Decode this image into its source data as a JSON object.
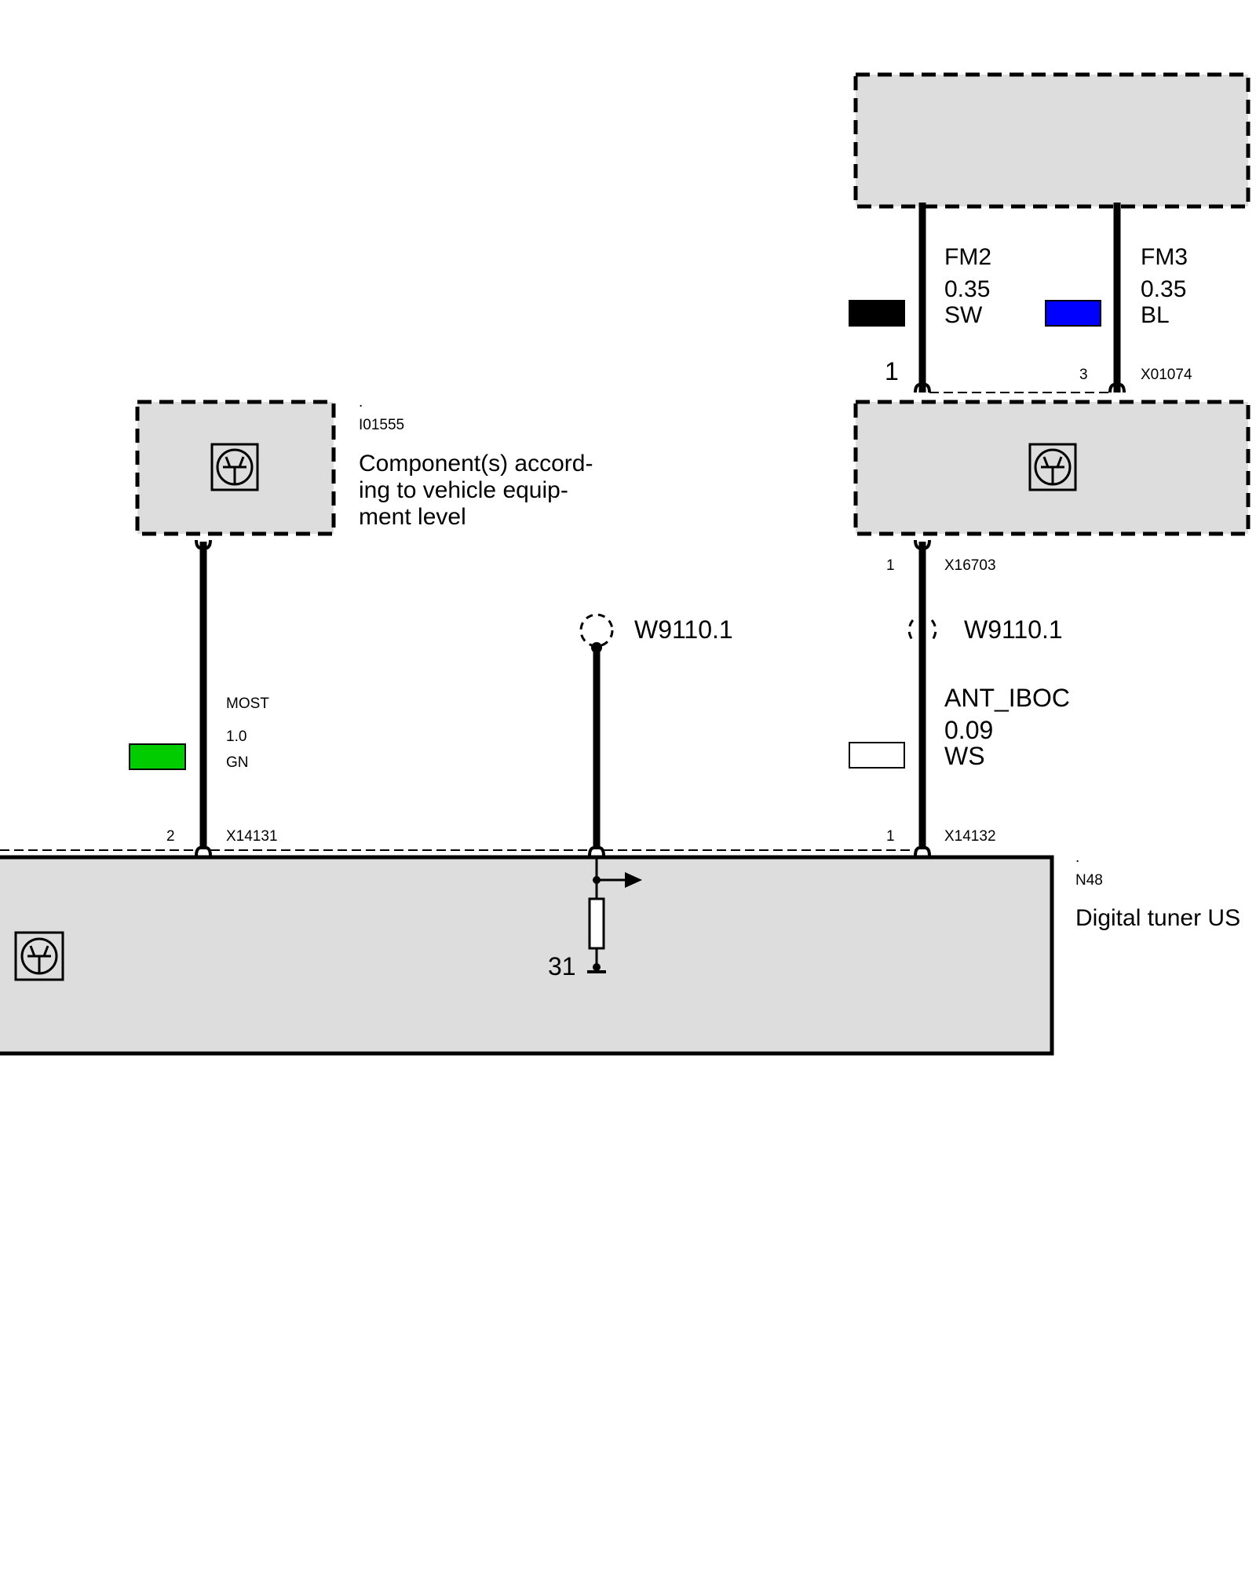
{
  "top_connector": {
    "id": "X01074",
    "pin_left": "1",
    "pin_right": "3",
    "wire_left": {
      "signal": "FM2",
      "size": "0.35",
      "color_code": "SW",
      "color": "#000000"
    },
    "wire_right": {
      "signal": "FM3",
      "size": "0.35",
      "color_code": "BL",
      "color": "#0000FF"
    }
  },
  "component_left": {
    "dot": ".",
    "id": "I01555",
    "desc_line1": "Component(s) accord-",
    "desc_line2": "ing to vehicle equip-",
    "desc_line3": "ment level"
  },
  "connector_x16703": {
    "id": "X16703",
    "pin": "1"
  },
  "shield_mid": {
    "label": "W9110.1"
  },
  "shield_right": {
    "label": "W9110.1"
  },
  "wire_most": {
    "signal": "MOST",
    "size": "1.0",
    "color_code": "GN",
    "color": "#00CC00",
    "pin": "2",
    "connector": "X14131"
  },
  "wire_antenna": {
    "signal": "ANT_IBOC",
    "size": "0.09",
    "color_code": "WS",
    "color": "#FFFFFF",
    "pin": "1",
    "connector": "X14132"
  },
  "main_module": {
    "dot": ".",
    "id": "N48",
    "name": "Digital tuner US",
    "ground_label": "31"
  },
  "colors": {
    "module_fill": "#DDDDDD",
    "line": "#000000"
  }
}
